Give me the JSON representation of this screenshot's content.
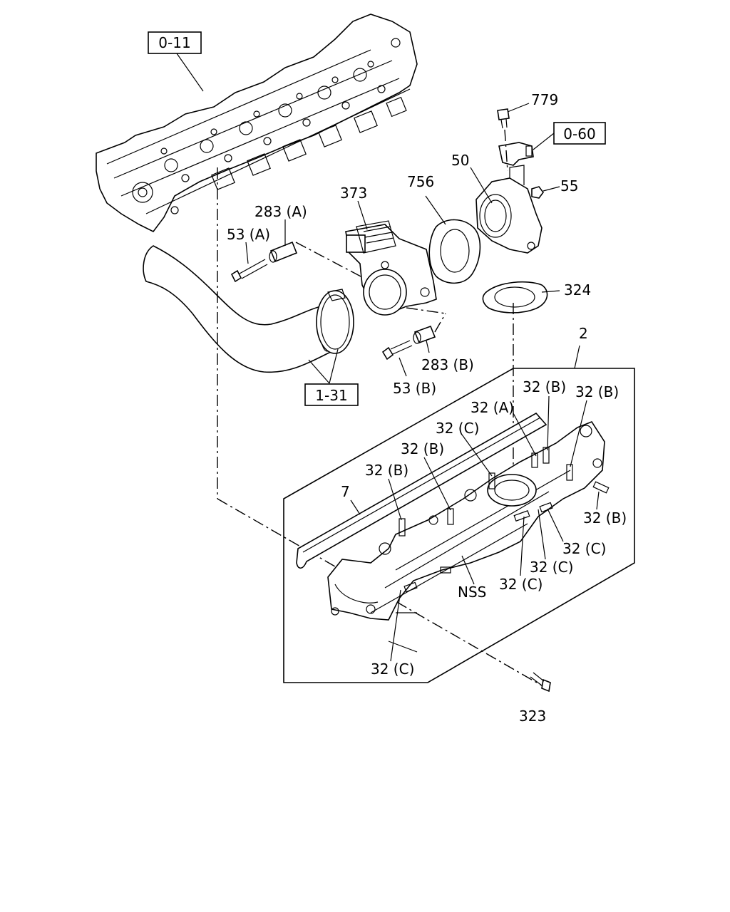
{
  "labels": {
    "ref_0_11": "0-11",
    "ref_0_60": "0-60",
    "ref_1_31": "1-31",
    "p779": "779",
    "p50": "50",
    "p55": "55",
    "p756": "756",
    "p373": "373",
    "p283a": "283 (A)",
    "p53a": "53 (A)",
    "p324": "324",
    "p2": "2",
    "p283b": "283 (B)",
    "p53b": "53 (B)",
    "p32b_1": "32 (B)",
    "p32b_2": "32 (B)",
    "p32a": "32 (A)",
    "p32c_1": "32 (C)",
    "p32b_3": "32 (B)",
    "p32b_4": "32 (B)",
    "p7": "7",
    "p32b_5": "32 (B)",
    "p32c_2": "32 (C)",
    "p32c_3": "32 (C)",
    "p32c_4": "32 (C)",
    "pnss": "NSS",
    "p32c_5": "32 (C)",
    "p323": "323"
  }
}
